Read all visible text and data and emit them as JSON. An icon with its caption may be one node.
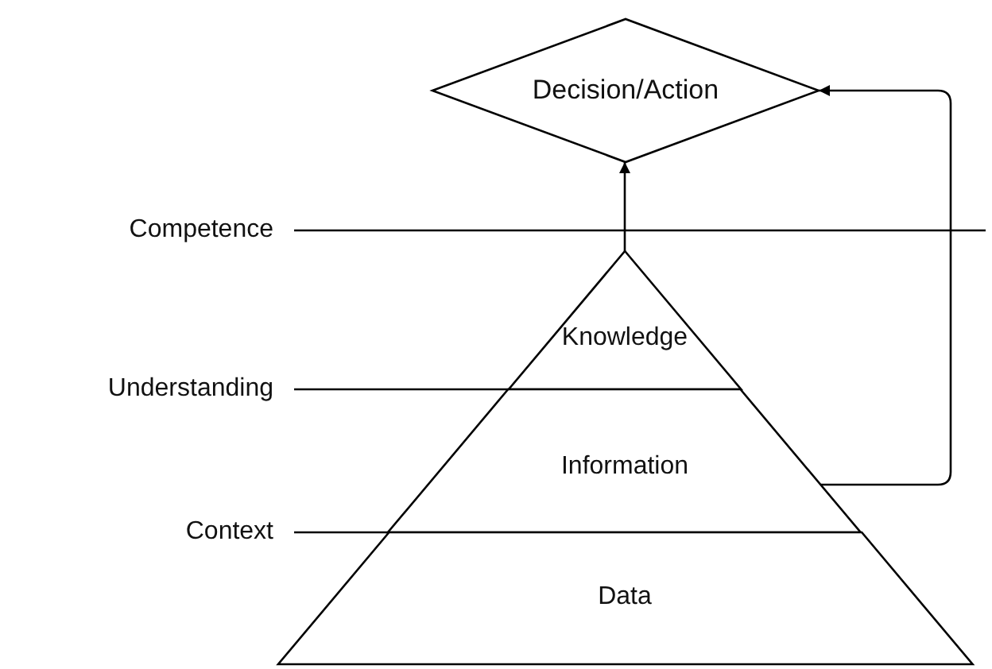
{
  "diagram": {
    "nodes": [
      {
        "text": [
          "Decision/Action"
        ]
      },
      {
        "text": [
          "Knowledge"
        ]
      },
      {
        "text": [
          "Information"
        ]
      },
      {
        "text": [
          "Data"
        ]
      }
    ],
    "edges": [
      {
        "from": 1,
        "to": 0,
        "arrow": "to"
      },
      {
        "from": 2,
        "to": 0,
        "arrow": "to"
      }
    ],
    "labels": [
      "Competence",
      "Understanding",
      "Context"
    ]
  }
}
